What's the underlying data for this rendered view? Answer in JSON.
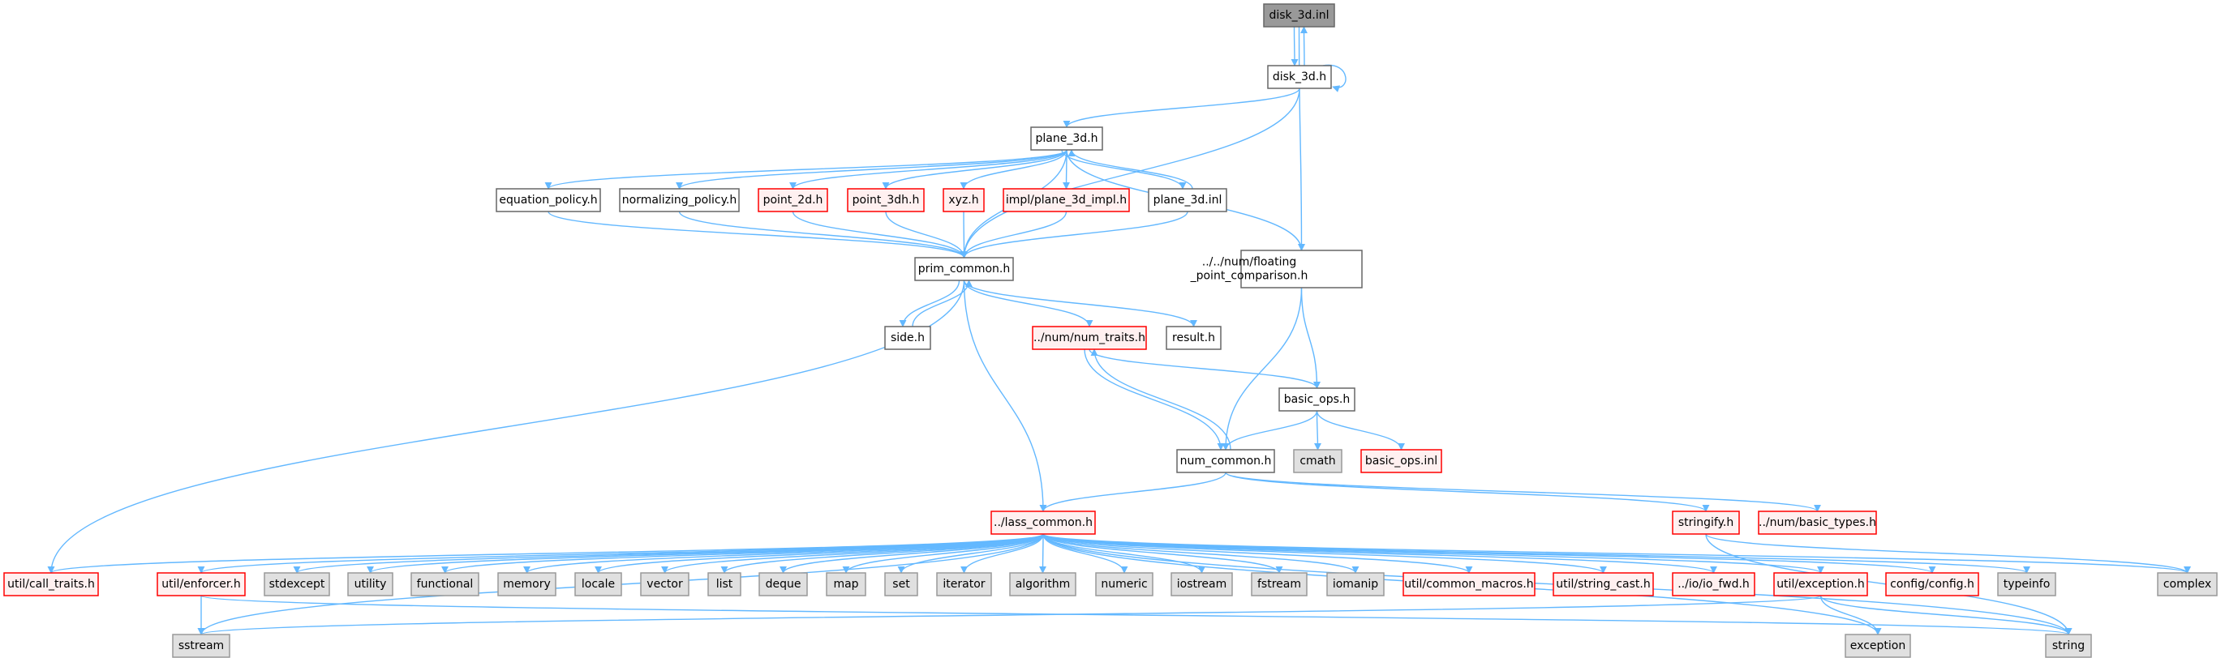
{
  "colors": {
    "edge": "#63B8FF",
    "main_fill": "#999999",
    "main_stroke": "#666666",
    "normal_fill": "#FFFFFF",
    "normal_stroke": "#666666",
    "red_fill": "#FFF0F0",
    "red_stroke": "#FF0000",
    "gray_fill": "#E0E0E0",
    "gray_stroke": "#999999"
  },
  "nodes": [
    {
      "id": "disk_3d_inl",
      "label": [
        "disk_3d.inl"
      ],
      "kind": "main"
    },
    {
      "id": "disk_3d_h",
      "label": [
        "disk_3d.h"
      ],
      "kind": "normal"
    },
    {
      "id": "plane_3d_h",
      "label": [
        "plane_3d.h"
      ],
      "kind": "normal"
    },
    {
      "id": "equation_policy",
      "label": [
        "equation_policy.h"
      ],
      "kind": "normal"
    },
    {
      "id": "normalizing_policy",
      "label": [
        "normalizing_policy.h"
      ],
      "kind": "normal"
    },
    {
      "id": "point_2d",
      "label": [
        "point_2d.h"
      ],
      "kind": "red"
    },
    {
      "id": "point_3dh",
      "label": [
        "point_3dh.h"
      ],
      "kind": "red"
    },
    {
      "id": "xyz",
      "label": [
        "xyz.h"
      ],
      "kind": "red"
    },
    {
      "id": "plane_3d_impl",
      "label": [
        "impl/plane_3d_impl.h"
      ],
      "kind": "red"
    },
    {
      "id": "plane_3d_inl",
      "label": [
        "plane_3d.inl"
      ],
      "kind": "normal"
    },
    {
      "id": "prim_common",
      "label": [
        "prim_common.h"
      ],
      "kind": "normal"
    },
    {
      "id": "floating",
      "label": [
        "../../num/floating",
        "_point_comparison.h"
      ],
      "kind": "normal"
    },
    {
      "id": "side",
      "label": [
        "side.h"
      ],
      "kind": "normal"
    },
    {
      "id": "num_traits",
      "label": [
        "../num/num_traits.h"
      ],
      "kind": "red"
    },
    {
      "id": "result",
      "label": [
        "result.h"
      ],
      "kind": "normal"
    },
    {
      "id": "basic_ops",
      "label": [
        "basic_ops.h"
      ],
      "kind": "normal"
    },
    {
      "id": "num_common",
      "label": [
        "num_common.h"
      ],
      "kind": "normal"
    },
    {
      "id": "cmath",
      "label": [
        "cmath"
      ],
      "kind": "gray"
    },
    {
      "id": "basic_ops_inl",
      "label": [
        "basic_ops.inl"
      ],
      "kind": "red"
    },
    {
      "id": "lass_common",
      "label": [
        "../lass_common.h"
      ],
      "kind": "red"
    },
    {
      "id": "stringify",
      "label": [
        "stringify.h"
      ],
      "kind": "red"
    },
    {
      "id": "basic_types",
      "label": [
        "../num/basic_types.h"
      ],
      "kind": "red"
    },
    {
      "id": "call_traits",
      "label": [
        "util/call_traits.h"
      ],
      "kind": "red"
    },
    {
      "id": "enforcer",
      "label": [
        "util/enforcer.h"
      ],
      "kind": "red"
    },
    {
      "id": "stdexcept",
      "label": [
        "stdexcept"
      ],
      "kind": "gray"
    },
    {
      "id": "utility",
      "label": [
        "utility"
      ],
      "kind": "gray"
    },
    {
      "id": "functional",
      "label": [
        "functional"
      ],
      "kind": "gray"
    },
    {
      "id": "memory",
      "label": [
        "memory"
      ],
      "kind": "gray"
    },
    {
      "id": "locale",
      "label": [
        "locale"
      ],
      "kind": "gray"
    },
    {
      "id": "vector",
      "label": [
        "vector"
      ],
      "kind": "gray"
    },
    {
      "id": "list",
      "label": [
        "list"
      ],
      "kind": "gray"
    },
    {
      "id": "deque",
      "label": [
        "deque"
      ],
      "kind": "gray"
    },
    {
      "id": "map",
      "label": [
        "map"
      ],
      "kind": "gray"
    },
    {
      "id": "set",
      "label": [
        "set"
      ],
      "kind": "gray"
    },
    {
      "id": "iterator",
      "label": [
        "iterator"
      ],
      "kind": "gray"
    },
    {
      "id": "algorithm",
      "label": [
        "algorithm"
      ],
      "kind": "gray"
    },
    {
      "id": "numeric",
      "label": [
        "numeric"
      ],
      "kind": "gray"
    },
    {
      "id": "iostream",
      "label": [
        "iostream"
      ],
      "kind": "gray"
    },
    {
      "id": "fstream",
      "label": [
        "fstream"
      ],
      "kind": "gray"
    },
    {
      "id": "iomanip",
      "label": [
        "iomanip"
      ],
      "kind": "gray"
    },
    {
      "id": "common_macros",
      "label": [
        "util/common_macros.h"
      ],
      "kind": "red"
    },
    {
      "id": "string_cast",
      "label": [
        "util/string_cast.h"
      ],
      "kind": "red"
    },
    {
      "id": "io_fwd",
      "label": [
        "../io/io_fwd.h"
      ],
      "kind": "red"
    },
    {
      "id": "exception_h",
      "label": [
        "util/exception.h"
      ],
      "kind": "red"
    },
    {
      "id": "config",
      "label": [
        "config/config.h"
      ],
      "kind": "red"
    },
    {
      "id": "typeinfo",
      "label": [
        "typeinfo"
      ],
      "kind": "gray"
    },
    {
      "id": "complex",
      "label": [
        "complex"
      ],
      "kind": "gray"
    },
    {
      "id": "sstream",
      "label": [
        "sstream"
      ],
      "kind": "gray"
    },
    {
      "id": "exception",
      "label": [
        "exception"
      ],
      "kind": "gray"
    },
    {
      "id": "string",
      "label": [
        "string"
      ],
      "kind": "gray"
    }
  ],
  "edges": [
    [
      "disk_3d_inl",
      "disk_3d_h"
    ],
    [
      "disk_3d_h",
      "disk_3d_inl"
    ],
    [
      "disk_3d_h",
      "disk_3d_h"
    ],
    [
      "disk_3d_h",
      "plane_3d_h"
    ],
    [
      "disk_3d_h",
      "prim_common"
    ],
    [
      "disk_3d_inl",
      "floating"
    ],
    [
      "plane_3d_h",
      "equation_policy"
    ],
    [
      "plane_3d_h",
      "normalizing_policy"
    ],
    [
      "plane_3d_h",
      "point_2d"
    ],
    [
      "plane_3d_h",
      "point_3dh"
    ],
    [
      "plane_3d_h",
      "xyz"
    ],
    [
      "plane_3d_h",
      "plane_3d_impl"
    ],
    [
      "plane_3d_h",
      "plane_3d_inl"
    ],
    [
      "plane_3d_inl",
      "plane_3d_h"
    ],
    [
      "plane_3d_h",
      "prim_common"
    ],
    [
      "plane_3d_h",
      "floating"
    ],
    [
      "equation_policy",
      "prim_common"
    ],
    [
      "normalizing_policy",
      "prim_common"
    ],
    [
      "point_2d",
      "prim_common"
    ],
    [
      "point_3dh",
      "prim_common"
    ],
    [
      "xyz",
      "prim_common"
    ],
    [
      "plane_3d_impl",
      "prim_common"
    ],
    [
      "plane_3d_inl",
      "prim_common"
    ],
    [
      "prim_common",
      "side"
    ],
    [
      "side",
      "prim_common"
    ],
    [
      "prim_common",
      "num_traits"
    ],
    [
      "prim_common",
      "result"
    ],
    [
      "prim_common",
      "lass_common"
    ],
    [
      "prim_common",
      "call_traits"
    ],
    [
      "floating",
      "num_common"
    ],
    [
      "floating",
      "basic_ops"
    ],
    [
      "num_traits",
      "basic_ops"
    ],
    [
      "num_traits",
      "num_common"
    ],
    [
      "num_common",
      "num_traits"
    ],
    [
      "basic_ops",
      "num_common"
    ],
    [
      "basic_ops",
      "cmath"
    ],
    [
      "basic_ops",
      "basic_ops_inl"
    ],
    [
      "num_common",
      "lass_common"
    ],
    [
      "num_common",
      "stringify"
    ],
    [
      "num_common",
      "basic_types"
    ],
    [
      "lass_common",
      "call_traits"
    ],
    [
      "lass_common",
      "enforcer"
    ],
    [
      "lass_common",
      "stdexcept"
    ],
    [
      "lass_common",
      "utility"
    ],
    [
      "lass_common",
      "functional"
    ],
    [
      "lass_common",
      "memory"
    ],
    [
      "lass_common",
      "locale"
    ],
    [
      "lass_common",
      "vector"
    ],
    [
      "lass_common",
      "list"
    ],
    [
      "lass_common",
      "deque"
    ],
    [
      "lass_common",
      "map"
    ],
    [
      "lass_common",
      "set"
    ],
    [
      "lass_common",
      "iterator"
    ],
    [
      "lass_common",
      "algorithm"
    ],
    [
      "lass_common",
      "numeric"
    ],
    [
      "lass_common",
      "iostream"
    ],
    [
      "lass_common",
      "fstream"
    ],
    [
      "lass_common",
      "iomanip"
    ],
    [
      "lass_common",
      "common_macros"
    ],
    [
      "lass_common",
      "string_cast"
    ],
    [
      "lass_common",
      "io_fwd"
    ],
    [
      "lass_common",
      "exception_h"
    ],
    [
      "lass_common",
      "config"
    ],
    [
      "lass_common",
      "typeinfo"
    ],
    [
      "lass_common",
      "complex"
    ],
    [
      "lass_common",
      "sstream"
    ],
    [
      "lass_common",
      "exception"
    ],
    [
      "lass_common",
      "string"
    ],
    [
      "stringify",
      "complex"
    ],
    [
      "stringify",
      "string"
    ],
    [
      "enforcer",
      "sstream"
    ],
    [
      "enforcer",
      "string"
    ],
    [
      "exception_h",
      "sstream"
    ],
    [
      "exception_h",
      "exception"
    ],
    [
      "exception_h",
      "string"
    ]
  ]
}
